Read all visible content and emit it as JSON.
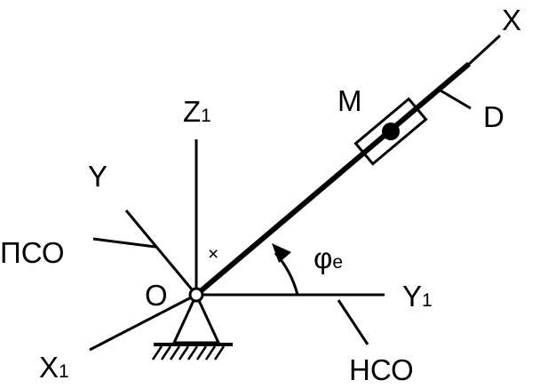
{
  "diagram": {
    "labels": {
      "x": "X",
      "y": "Y",
      "z1_main": "Z",
      "z1_sub": "1",
      "y1_main": "Y",
      "y1_sub": "1",
      "x1_main": "X",
      "x1_sub": "1",
      "m": "M",
      "d": "D",
      "o": "O",
      "pso": "ПСО",
      "nso": "НСО",
      "cross": "×",
      "phi_main": "φ",
      "phi_sub": "e"
    }
  }
}
